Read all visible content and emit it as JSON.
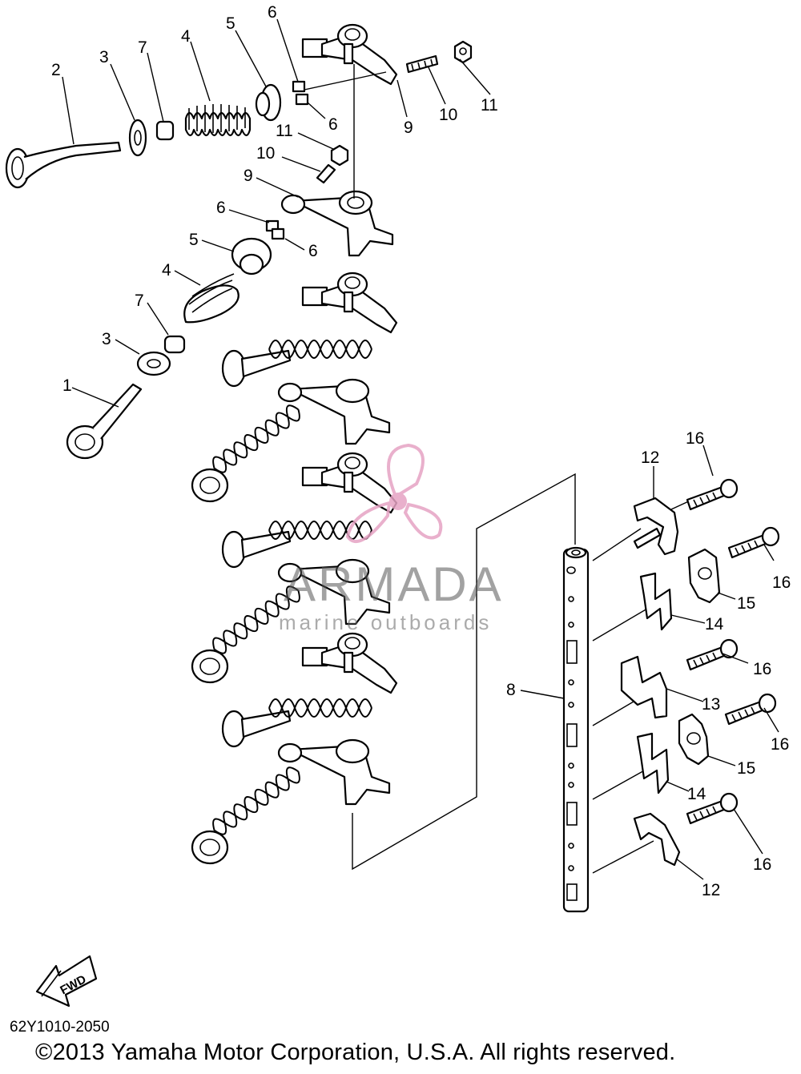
{
  "callouts": {
    "c1": "1",
    "c2": "2",
    "c3a": "3",
    "c3b": "3",
    "c4a": "4",
    "c4b": "4",
    "c5a": "5",
    "c5b": "5",
    "c6a": "6",
    "c6b": "6",
    "c6c": "6",
    "c6d": "6",
    "c7a": "7",
    "c7b": "7",
    "c8": "8",
    "c9a": "9",
    "c9b": "9",
    "c10a": "10",
    "c10b": "10",
    "c11a": "11",
    "c11b": "11",
    "c12a": "12",
    "c12b": "12",
    "c13": "13",
    "c14a": "14",
    "c14b": "14",
    "c15a": "15",
    "c15b": "15",
    "c16a": "16",
    "c16b": "16",
    "c16c": "16",
    "c16d": "16",
    "c16e": "16"
  },
  "fwd_label": "FWD",
  "watermark": {
    "brand": "ARMADA",
    "sub": "marine outboards",
    "logo_color": "#e6a3c4"
  },
  "diagram_code": "62Y1010-2050",
  "copyright": "©2013 Yamaha Motor Corporation, U.S.A. All rights reserved."
}
